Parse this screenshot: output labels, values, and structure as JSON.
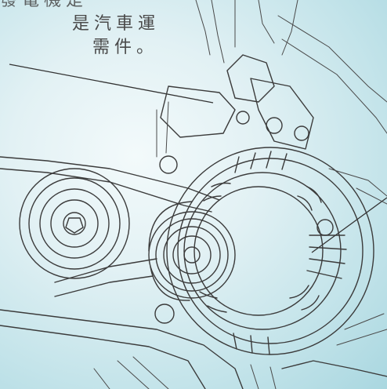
{
  "caption": {
    "line1": "發電機是",
    "line2": "是汽車運",
    "line3": "需件。"
  },
  "colors": {
    "background_light": "#f3fafb",
    "background_dark": "#a9d7e0",
    "ink": "#3b3b3b"
  }
}
